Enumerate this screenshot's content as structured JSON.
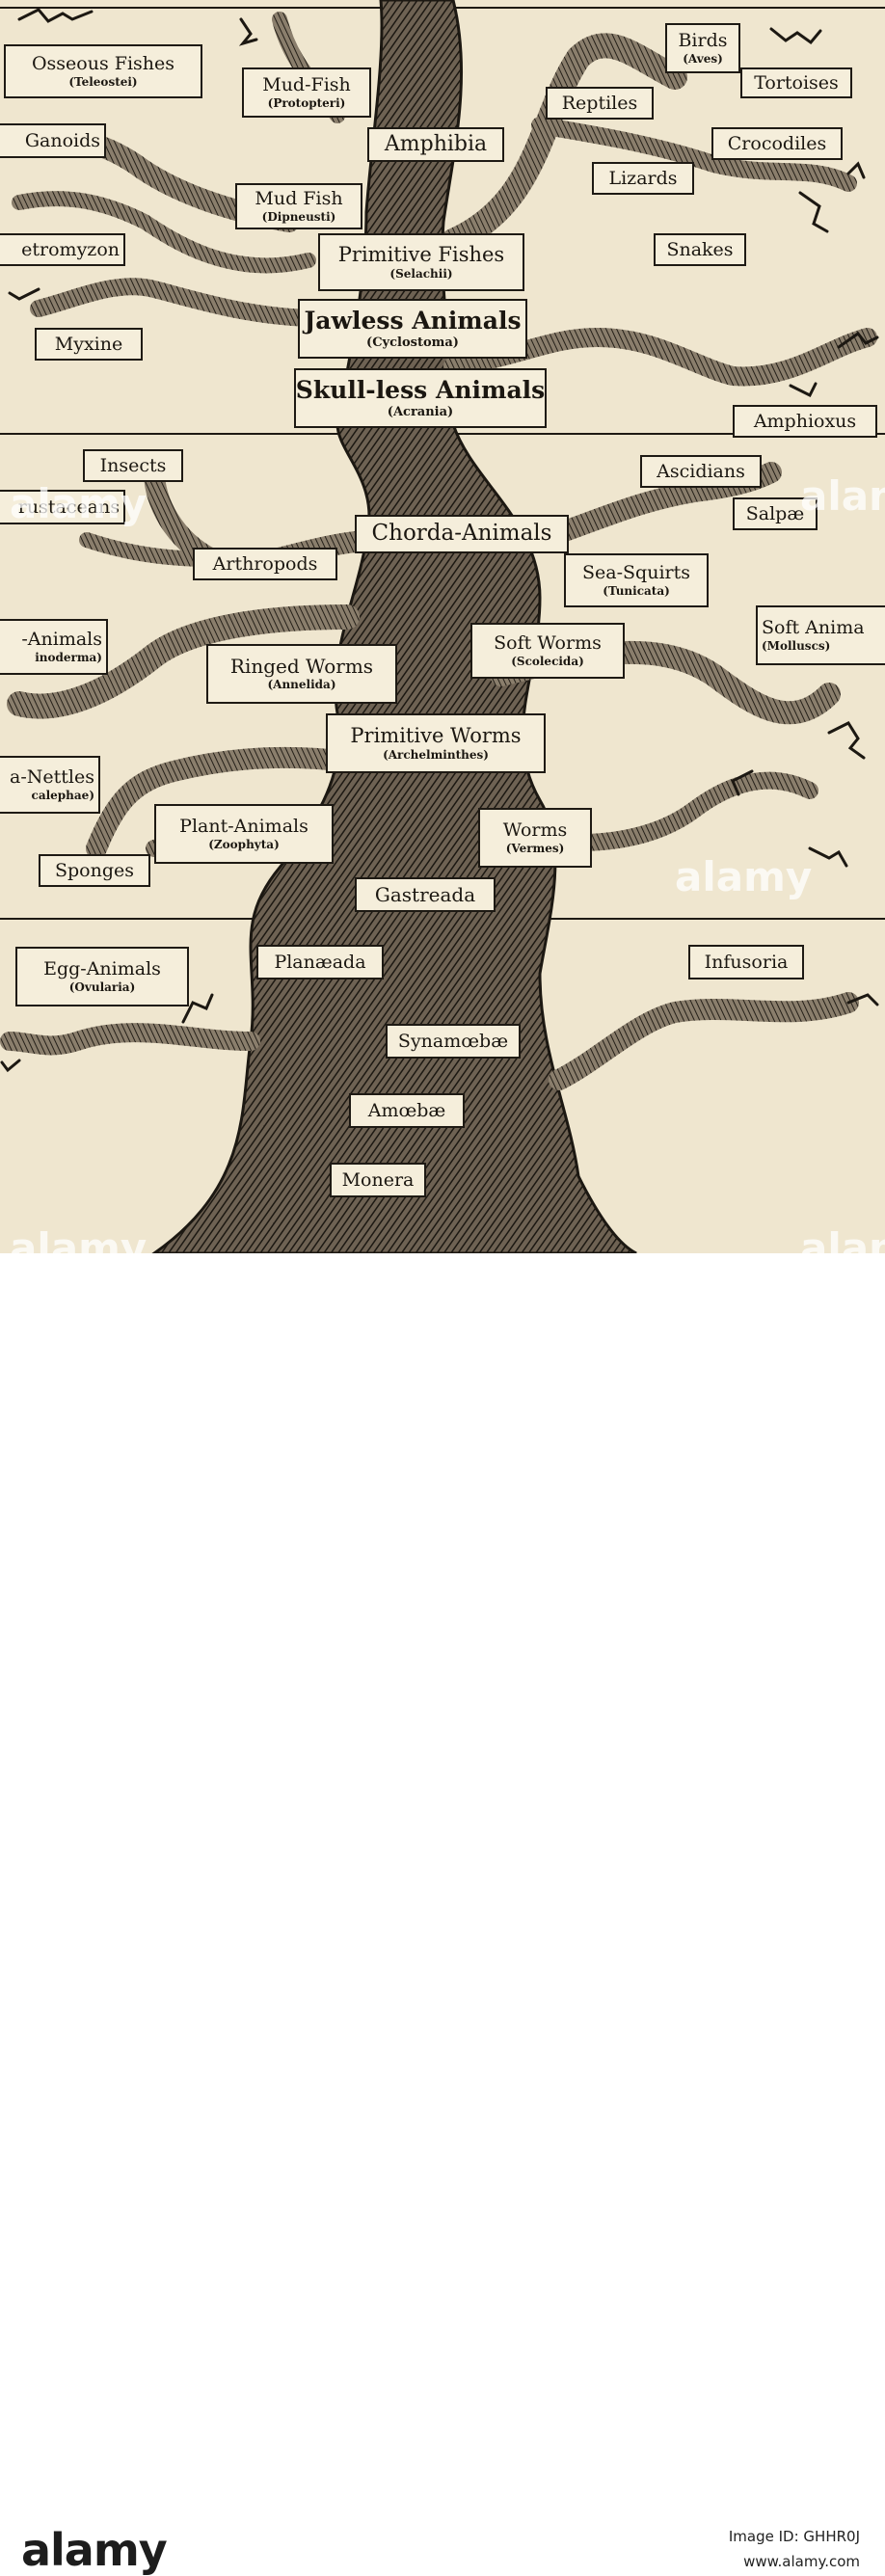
{
  "labels": {
    "osseous": {
      "name": "Osseous Fishes",
      "sub": "(Teleostei)"
    },
    "mudfish1": {
      "name": "Mud-Fish",
      "sub": "(Protopteri)"
    },
    "birds": {
      "name": "Birds",
      "sub": "(Aves)"
    },
    "tortoises": {
      "name": "Tortoises"
    },
    "reptiles": {
      "name": "Reptiles"
    },
    "ganoids": {
      "name": "Ganoids"
    },
    "amphibia": {
      "name": "Amphibia"
    },
    "crocodiles": {
      "name": "Crocodiles"
    },
    "lizards": {
      "name": "Lizards"
    },
    "mudfish2": {
      "name": "Mud Fish",
      "sub": "(Dipneusti)"
    },
    "petromyzon": {
      "name": "etromyzon"
    },
    "primitive_fishes": {
      "name": "Primitive Fishes",
      "sub": "(Selachii)"
    },
    "snakes": {
      "name": "Snakes"
    },
    "jawless": {
      "name": "Jawless Animals",
      "sub": "(Cyclostoma)"
    },
    "myxine": {
      "name": "Myxine"
    },
    "skull_less": {
      "name": "Skull-less Animals",
      "sub": "(Acrania)"
    },
    "amphioxus": {
      "name": "Amphioxus"
    },
    "insects": {
      "name": "Insects"
    },
    "ascidians": {
      "name": "Ascidians"
    },
    "crustaceans": {
      "name": "rustaceans"
    },
    "salpae": {
      "name": "Salpæ"
    },
    "chorda": {
      "name": "Chorda-Animals"
    },
    "arthropods": {
      "name": "Arthropods"
    },
    "sea_squirts": {
      "name": "Sea-Squirts",
      "sub": "(Tunicata)"
    },
    "echino": {
      "name": "-Animals",
      "sub": "inoderma)"
    },
    "soft_worms": {
      "name": "Soft Worms",
      "sub": "(Scolecida)"
    },
    "soft_animals": {
      "name": "Soft Anima",
      "sub": "(Molluscs)"
    },
    "ringed": {
      "name": "Ringed Worms",
      "sub": "(Annelida)"
    },
    "primitive_worms": {
      "name": "Primitive Worms",
      "sub": "(Archelminthes)"
    },
    "sea_nettles": {
      "name": "a-Nettles",
      "sub": "calephae)"
    },
    "plant_animals": {
      "name": "Plant-Animals",
      "sub": "(Zoophyta)"
    },
    "worms": {
      "name": "Worms",
      "sub": "(Vermes)"
    },
    "sponges": {
      "name": "Sponges"
    },
    "gastreada": {
      "name": "Gastreada"
    },
    "egg_animals": {
      "name": "Egg-Animals",
      "sub": "(Ovularia)"
    },
    "planaeada": {
      "name": "Planæada"
    },
    "infusoria": {
      "name": "Infusoria"
    },
    "synamoebae": {
      "name": "Synamœbæ"
    },
    "amoebae": {
      "name": "Amœbæ"
    },
    "monera": {
      "name": "Monera"
    }
  },
  "footer": {
    "brand": "alamy",
    "image_id": "Image ID: GHHR0J",
    "site": "www.alamy.com"
  },
  "watermark": "alamy"
}
